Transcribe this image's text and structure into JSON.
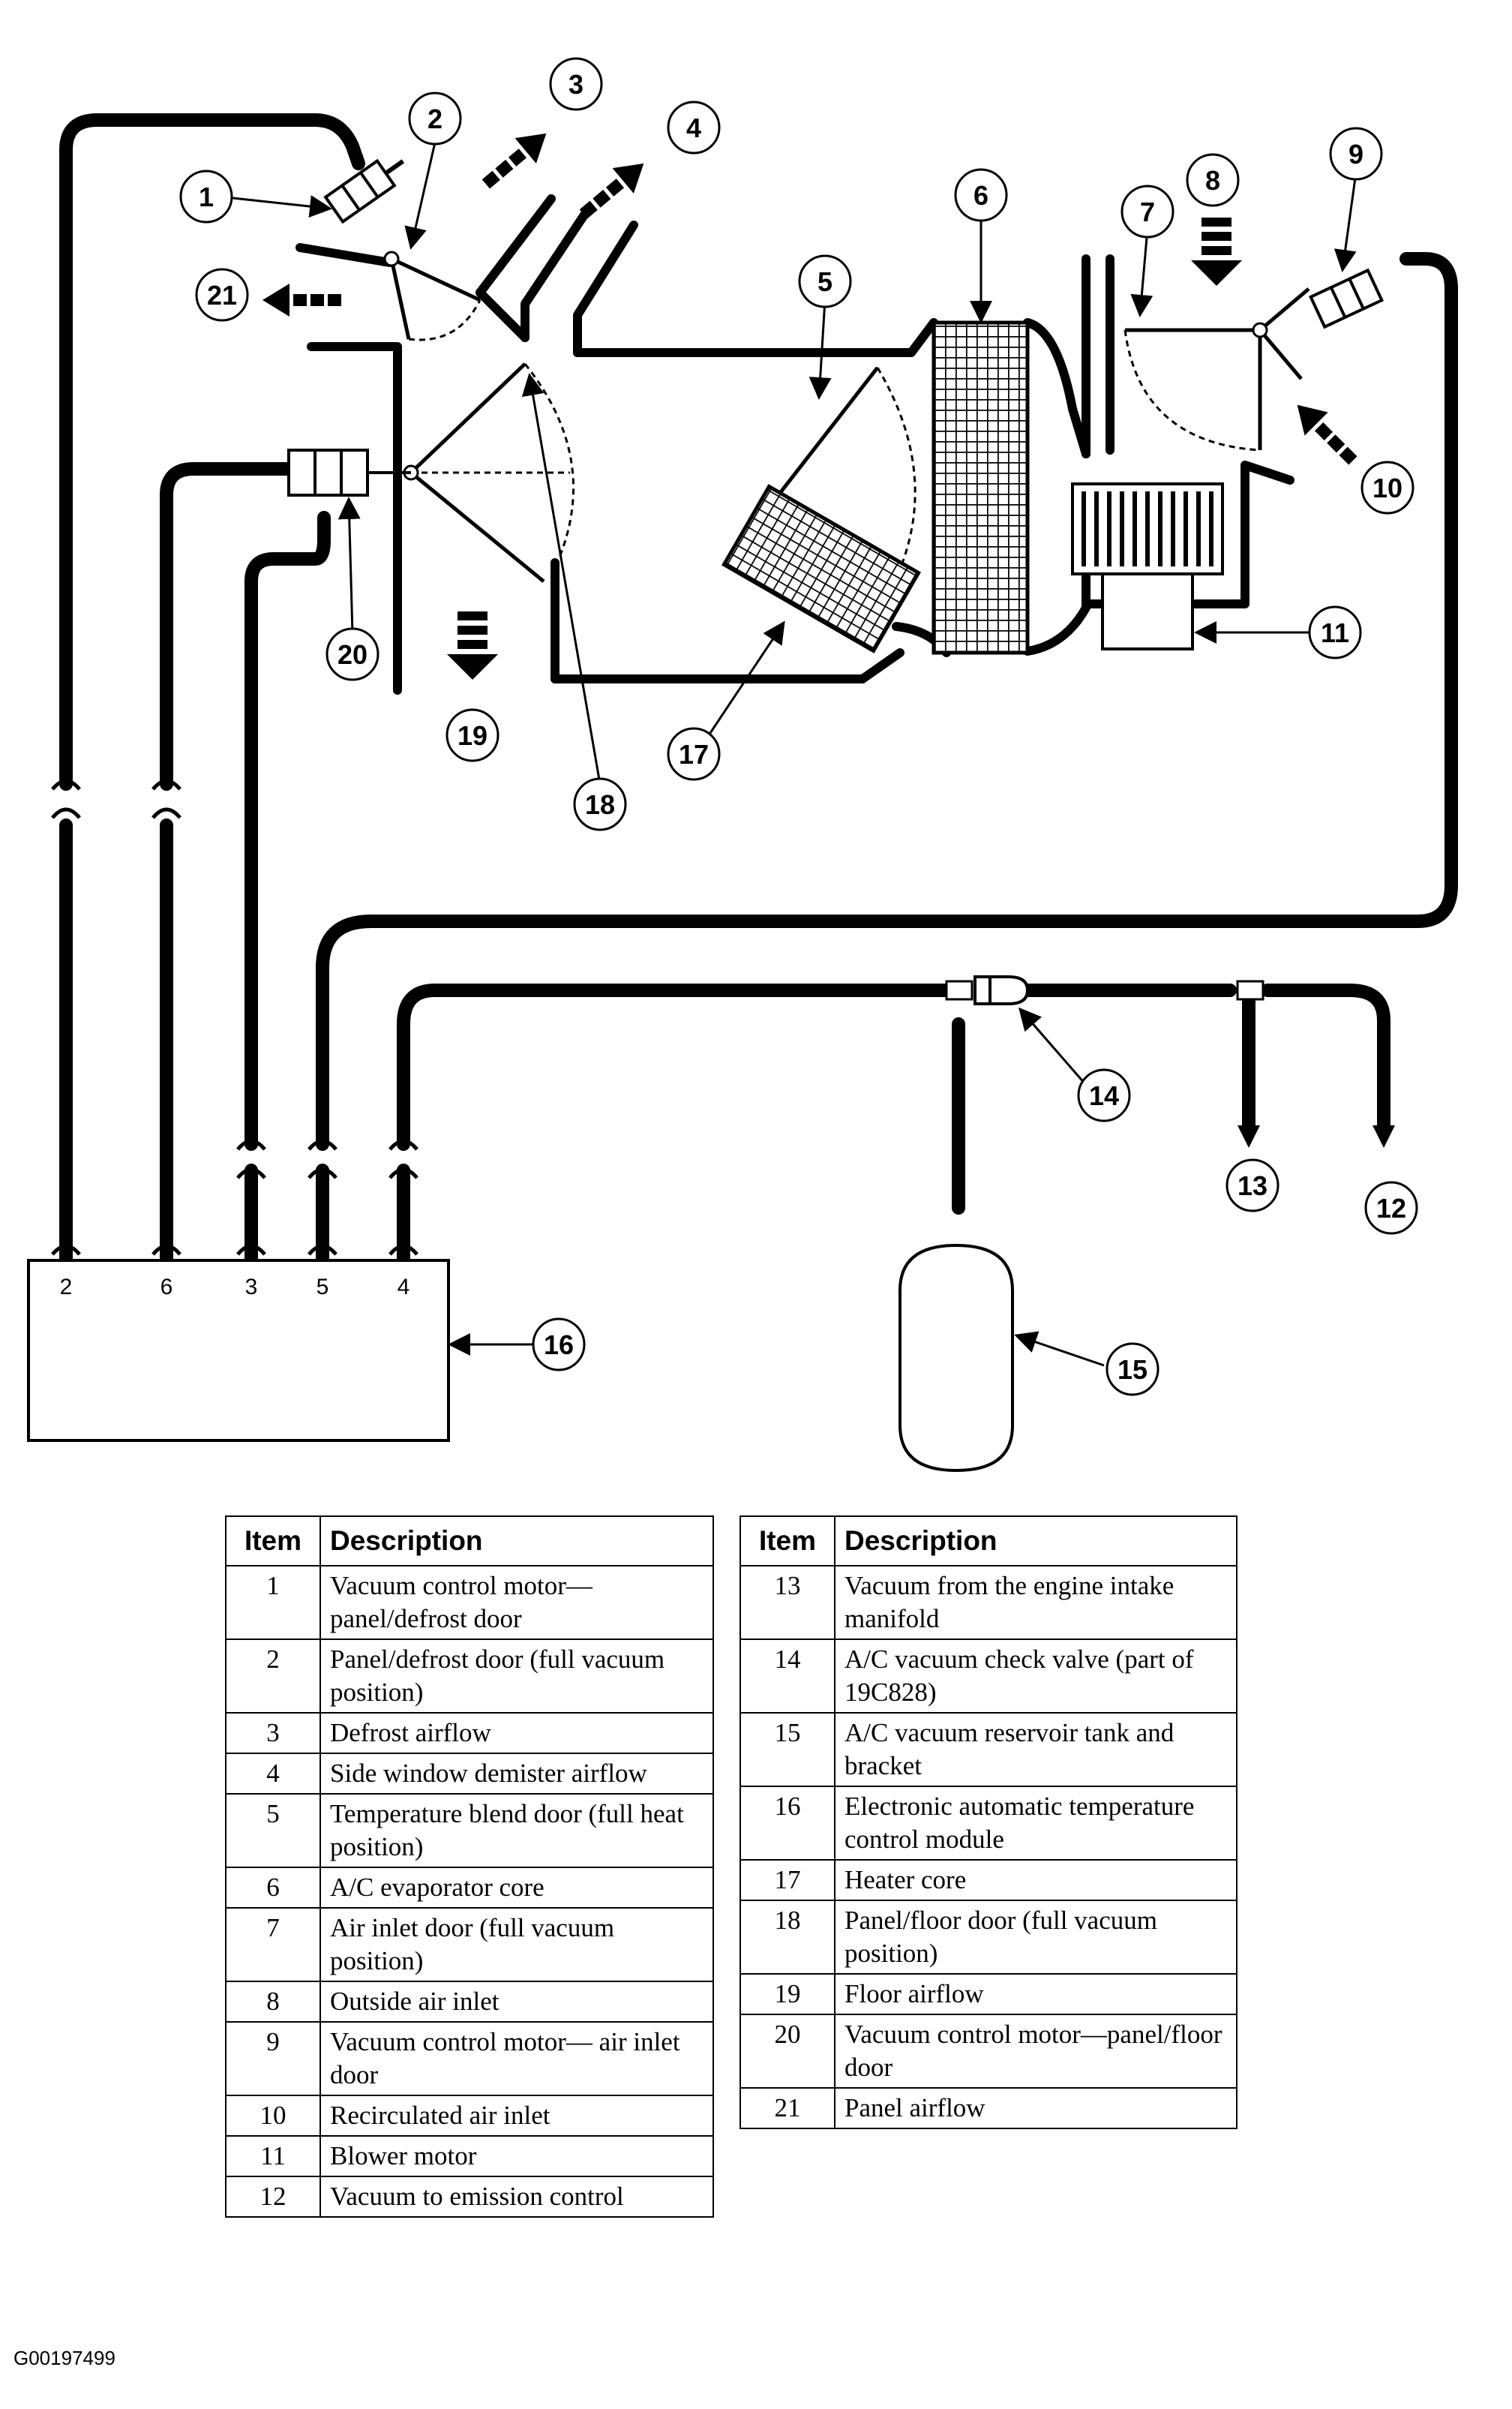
{
  "figure_id": "G00197499",
  "module_ports": [
    "2",
    "6",
    "3",
    "5",
    "4"
  ],
  "callouts": [
    "1",
    "2",
    "3",
    "4",
    "5",
    "6",
    "7",
    "8",
    "9",
    "10",
    "11",
    "12",
    "13",
    "14",
    "15",
    "16",
    "17",
    "18",
    "19",
    "20",
    "21"
  ],
  "table": {
    "header_item": "Item",
    "header_description": "Description",
    "left_rows": [
      {
        "item": "1",
        "description": "Vacuum control motor—panel/defrost door"
      },
      {
        "item": "2",
        "description": "Panel/defrost door (full vacuum position)"
      },
      {
        "item": "3",
        "description": "Defrost airflow"
      },
      {
        "item": "4",
        "description": "Side window demister airflow"
      },
      {
        "item": "5",
        "description": "Temperature blend door (full heat position)"
      },
      {
        "item": "6",
        "description": "A/C evaporator core"
      },
      {
        "item": "7",
        "description": "Air inlet door (full vacuum position)"
      },
      {
        "item": "8",
        "description": "Outside air inlet"
      },
      {
        "item": "9",
        "description": "Vacuum control motor— air inlet door"
      },
      {
        "item": "10",
        "description": "Recirculated air inlet"
      },
      {
        "item": "11",
        "description": "Blower motor"
      },
      {
        "item": "12",
        "description": "Vacuum to emission control"
      }
    ],
    "right_rows": [
      {
        "item": "13",
        "description": "Vacuum from the engine intake manifold"
      },
      {
        "item": "14",
        "description": "A/C vacuum check valve (part of 19C828)"
      },
      {
        "item": "15",
        "description": "A/C vacuum reservoir tank and bracket"
      },
      {
        "item": "16",
        "description": "Electronic automatic temperature control module"
      },
      {
        "item": "17",
        "description": "Heater core"
      },
      {
        "item": "18",
        "description": "Panel/floor door (full vacuum position)"
      },
      {
        "item": "19",
        "description": "Floor airflow"
      },
      {
        "item": "20",
        "description": "Vacuum control motor—panel/floor door"
      },
      {
        "item": "21",
        "description": "Panel airflow"
      }
    ]
  }
}
